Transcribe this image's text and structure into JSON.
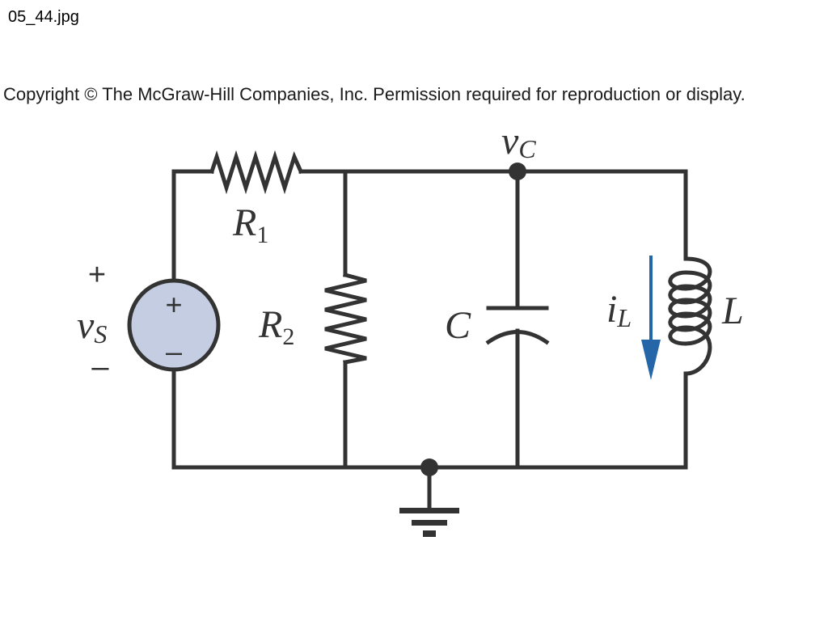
{
  "header": {
    "filename": "05_44.jpg",
    "copyright": "Copyright © The McGraw-Hill Companies, Inc. Permission required for reproduction or display."
  },
  "labels": {
    "vc_main": "v",
    "vc_sub": "C",
    "r1_main": "R",
    "r1_sub": "1",
    "r2_main": "R",
    "r2_sub": "2",
    "c": "C",
    "il_main": "i",
    "il_sub": "L",
    "l": "L",
    "vs_main": "v",
    "vs_sub": "S",
    "vs_plus": "+",
    "vs_minus": "–",
    "source_plus": "+",
    "source_minus": "–"
  },
  "colors": {
    "wire": "#333333",
    "source_fill": "#c5cde3",
    "current_arrow": "#2466a8"
  }
}
